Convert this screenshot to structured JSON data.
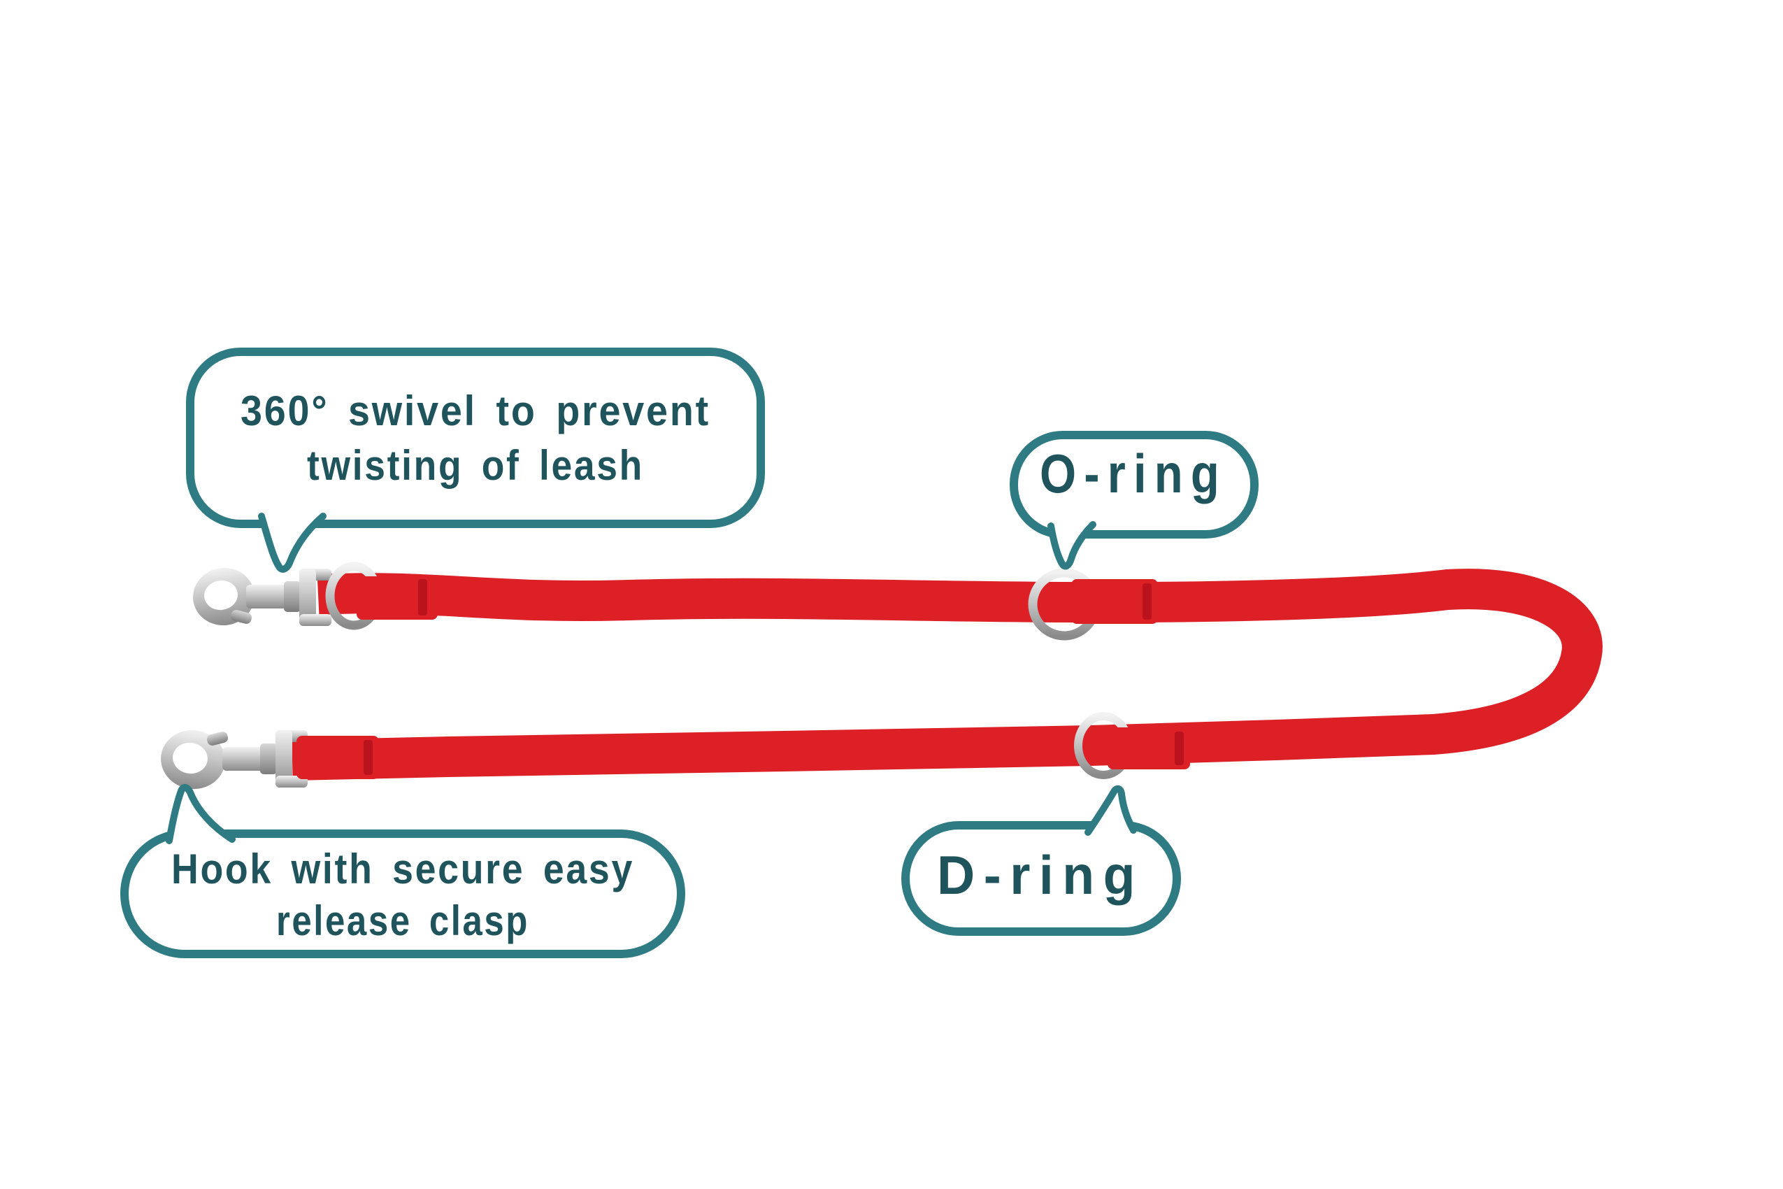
{
  "colors": {
    "background": "#ffffff",
    "bubble_border": "#2e7b83",
    "label_text": "#1f545c",
    "leash_red": "#dd1f26",
    "leash_red_dark": "#b5121c",
    "metal_light": "#f0f0f0",
    "metal_dark": "#8a8a8a"
  },
  "callouts": {
    "swivel": {
      "line1": "360° swivel to prevent",
      "line2": "twisting of leash"
    },
    "o_ring": {
      "label": "O-ring"
    },
    "hook": {
      "line1": "Hook with secure easy",
      "line2": "release clasp"
    },
    "d_ring": {
      "label": "D-ring"
    }
  }
}
